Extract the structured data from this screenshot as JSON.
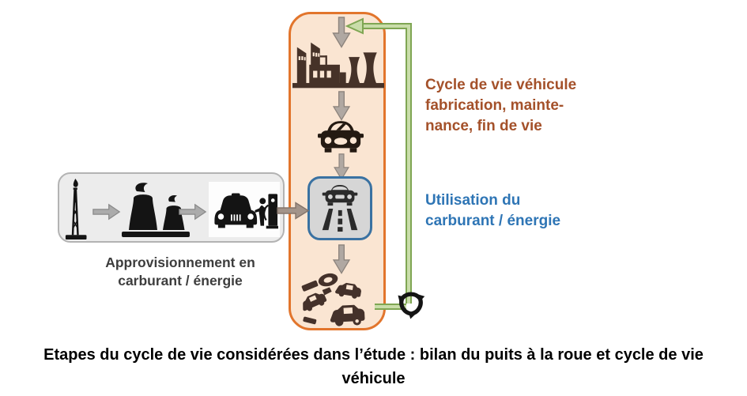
{
  "colors": {
    "orange_border": "#E2752C",
    "orange_fill": "#FAE5D2",
    "gray_box_fill": "#ECECEC",
    "gray_box_border": "#B3B3B3",
    "blue_box_border": "#3A72A2",
    "blue_box_fill": "#D6D6D6",
    "green_arrow_stroke": "#7FA653",
    "green_arrow_fill": "#C9DDA9",
    "vehicle_text_brown": "#A4512A",
    "fuel_text_blue": "#2E75B5",
    "icon_brown": "#463228",
    "icon_black": "#1C1C1C"
  },
  "supply_chain": {
    "label": [
      "Approvisionnement en",
      "carburant / énergie"
    ],
    "icons": [
      "oil-derrick",
      "refinery",
      "car-refueling"
    ]
  },
  "vehicle_column": {
    "icons": [
      "factory",
      "car",
      "car-on-road",
      "scrap-pile",
      "recycling-symbol"
    ]
  },
  "right_labels": {
    "vehicle_lifecycle": [
      "Cycle de vie véhicule",
      "fabrication, mainte-",
      "nance, fin de vie"
    ],
    "fuel_use": [
      "Utilisation du",
      "carburant / énergie"
    ]
  },
  "caption": [
    "Etapes du cycle de vie considérées dans l’étude : bilan du puits à la roue et cycle de vie",
    "véhicule"
  ]
}
